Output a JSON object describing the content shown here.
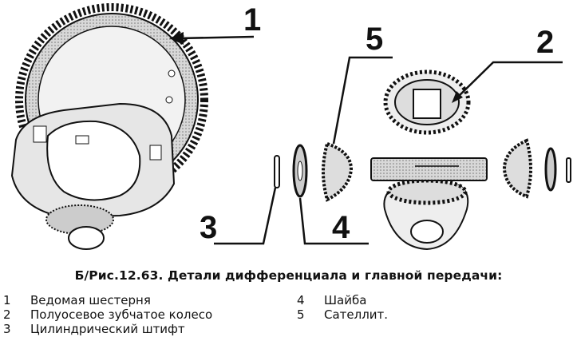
{
  "figure": {
    "callouts": [
      "1",
      "2",
      "3",
      "4",
      "5"
    ]
  },
  "caption": "Б/Рис.12.63. Детали дифференциала и главной передачи:",
  "legend": [
    {
      "num": "1",
      "text": "Ведомая шестерня"
    },
    {
      "num": "2",
      "text": "Полуосевое зубчатое колесо"
    },
    {
      "num": "3",
      "text": "Цилиндрический штифт"
    },
    {
      "num": "4",
      "text": "Шайба"
    },
    {
      "num": "5",
      "text": "Сателлит."
    }
  ]
}
